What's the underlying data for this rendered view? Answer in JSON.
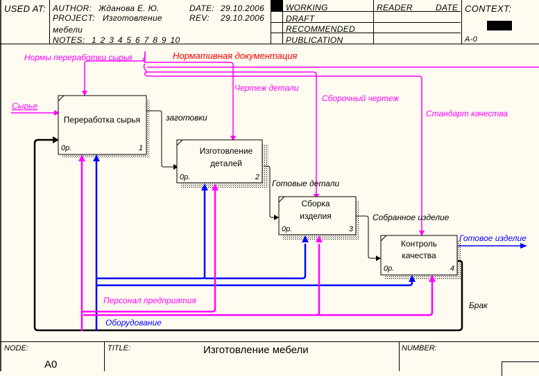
{
  "header": {
    "used_at_label": "USED AT:",
    "author_label": "AUTHOR:",
    "author": "Жданова Е. Ю.",
    "project_label": "PROJECT:",
    "project_line1": "Изготовление",
    "project_line2": "мебели",
    "date_label": "DATE:",
    "date": "29.10.2006",
    "rev_label": "REV:",
    "rev": "29.10.2006",
    "notes_label": "NOTES:",
    "notes": "1  2  3  4  5  6  7  8  9  10",
    "status": [
      "WORKING",
      "DRAFT",
      "RECOMMENDED",
      "PUBLICATION"
    ],
    "status_selected": "WORKING",
    "reader_label": "READER",
    "reader_date_label": "DATE",
    "context_label": "CONTEXT:",
    "context_node": "A-0"
  },
  "colors": {
    "background": "#fffbf0",
    "control": "#ff00ff",
    "mechanism": "#0000ff",
    "flow": "#000000",
    "title_red": "#ff0000"
  },
  "boxes": [
    {
      "title_line1": "Переработка сырья",
      "title_line2": "",
      "cost": "0р.",
      "number": "1"
    },
    {
      "title_line1": "Изготовление",
      "title_line2": "деталей",
      "cost": "0р.",
      "number": "2"
    },
    {
      "title_line1": "Сборка",
      "title_line2": "изделия",
      "cost": "0р.",
      "number": "3"
    },
    {
      "title_line1": "Контроль",
      "title_line2": "качества",
      "cost": "0р.",
      "number": "4"
    }
  ],
  "arrows": {
    "norm_docs": "Нормативная документация",
    "raw_norms": "Нормы переработки сырья",
    "part_drawing": "Чертеж детали",
    "assembly_drawing": "Сборочный чертеж",
    "quality_standard": "Стандарт качества",
    "raw_material": "Сырье",
    "blanks": "заготовки",
    "finished_parts": "Готовые детали",
    "assembled_product": "Собранное изделие",
    "finished_product": "Готовое изделие",
    "defect": "Брак",
    "personnel": "Персонал предприятия",
    "equipment": "Оборудование"
  },
  "footer": {
    "node_label": "NODE:",
    "node": "A0",
    "title_label": "TITLE:",
    "title": "Изготовление мебели",
    "number_label": "NUMBER:"
  }
}
